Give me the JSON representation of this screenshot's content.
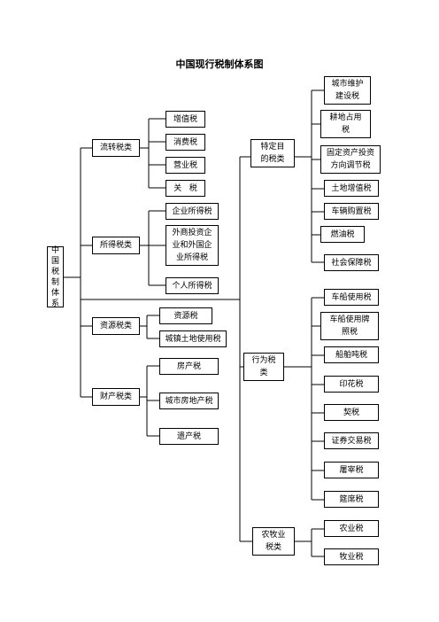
{
  "title": "中国现行税制体系图",
  "root": "中\n国\n税\n制\n体\n系",
  "groups": {
    "liuzhuan": "流转税类",
    "suode": "所得税类",
    "ziyuan": "资源税类",
    "caichan": "财产税类",
    "teding": "特定目\n的税类",
    "xingwei": "行为税\n类",
    "nongmu": "农牧业\n税类"
  },
  "taxes": {
    "zengzhi": "增值税",
    "xiaofei": "消费税",
    "yingye": "营业税",
    "guan": "关   税",
    "qiye": "企业所得税",
    "waishang": "外商投资企\n业和外国企\n业所得税",
    "geren": "个人所得税",
    "ziyuan_tax": "资源税",
    "chengzhen": "城镇土地使用税",
    "fangchan": "房产税",
    "chengshi_fd": "城市房地产税",
    "yichan": "遗产税",
    "chengshi_wh": "城市维护\n建设税",
    "gengdi": "耕地占用\n税",
    "guding": "固定资产投资\n方向调节税",
    "tudi": "土地增值税",
    "cheliang": "车辆购置税",
    "ranyou": "燃油税",
    "shebao": "社会保障税",
    "chechuan": "车船使用税",
    "chechuan_pz": "车船使用牌\n照税",
    "chuanbo": "船舶吨税",
    "yinhua": "印花税",
    "qi": "契税",
    "zhengquan": "证券交易税",
    "tuzai": "屠宰税",
    "yanxi": "筵席税",
    "nongye": "农业税",
    "muye": "牧业税"
  }
}
